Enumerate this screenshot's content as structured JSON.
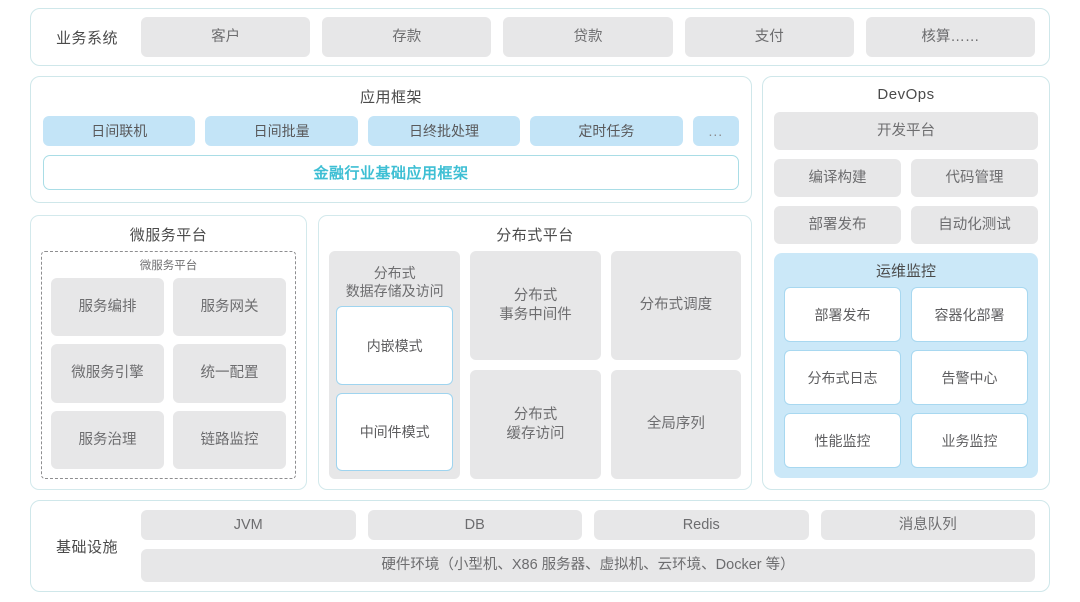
{
  "business_systems": {
    "label": "业务系统",
    "items": [
      "客户",
      "存款",
      "贷款",
      "支付",
      "核算……"
    ]
  },
  "app_framework": {
    "title": "应用框架",
    "tags": [
      "日间联机",
      "日间批量",
      "日终批处理",
      "定时任务",
      "..."
    ],
    "base_framework": "金融行业基础应用框架",
    "accent_color": "#3ebfd4"
  },
  "microservice_platform": {
    "title": "微服务平台",
    "subtitle": "微服务平台",
    "items": [
      "服务编排",
      "服务网关",
      "微服务引擎",
      "统一配置",
      "服务治理",
      "链路监控"
    ]
  },
  "distributed_platform": {
    "title": "分布式平台",
    "data_store": {
      "title": "分布式\n数据存储及访问",
      "title_line1": "分布式",
      "title_line2": "数据存储及访问",
      "modes": [
        "内嵌模式",
        "中间件模式"
      ]
    },
    "items": [
      {
        "line1": "分布式",
        "line2": "事务中间件"
      },
      {
        "line1": "分布式调度",
        "line2": ""
      },
      {
        "line1": "分布式",
        "line2": "缓存访问"
      },
      {
        "line1": "全局序列",
        "line2": ""
      }
    ]
  },
  "devops": {
    "title": "DevOps",
    "platform": "开发平台",
    "items": [
      "编译构建",
      "代码管理",
      "部署发布",
      "自动化测试"
    ],
    "ops_monitor": {
      "title": "运维监控",
      "items": [
        "部署发布",
        "容器化部署",
        "分布式日志",
        "告警中心",
        "性能监控",
        "业务监控"
      ],
      "bg_color": "#cbe8f8"
    }
  },
  "infrastructure": {
    "label": "基础设施",
    "items": [
      "JVM",
      "DB",
      "Redis",
      "消息队列"
    ],
    "hardware": "硬件环境（小型机、X86 服务器、虚拟机、云环境、Docker 等）"
  }
}
